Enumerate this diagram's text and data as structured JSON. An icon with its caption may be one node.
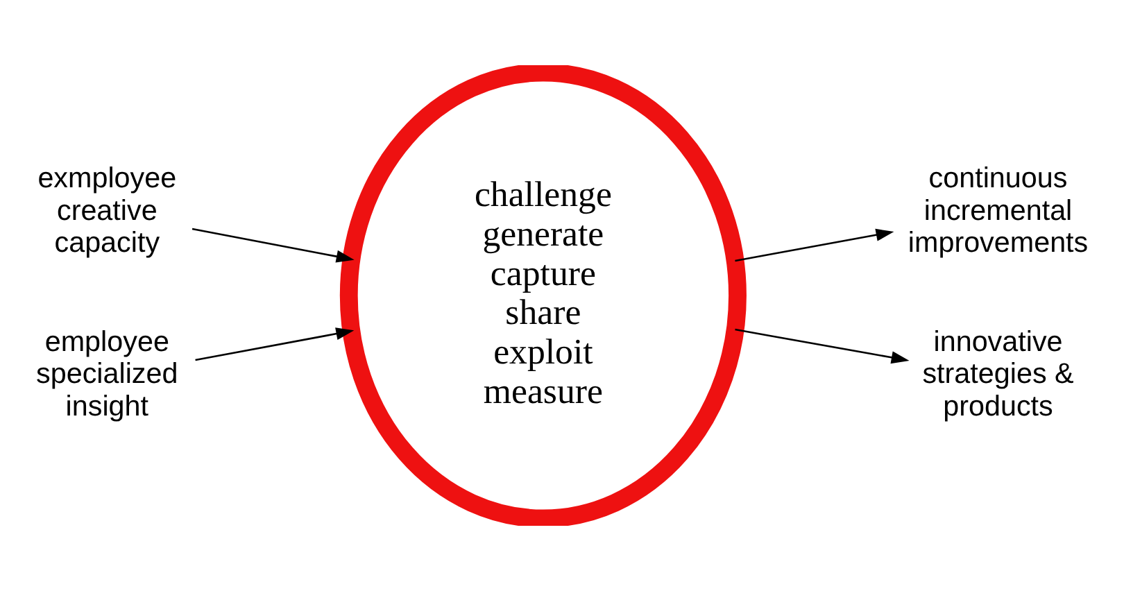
{
  "diagram": {
    "nodes": [
      {
        "text": [
          "exmployee creative capacity"
        ]
      },
      {
        "text": [
          "employee specialized insight"
        ]
      },
      {
        "text": [
          "challenge",
          "generate",
          "capture",
          "share",
          "exploit",
          "measure"
        ]
      },
      {
        "text": [
          "continuous incremental improvements"
        ]
      },
      {
        "text": [
          "innovative strategies & products"
        ]
      }
    ],
    "edges": [
      {
        "from": 0,
        "to": 2,
        "arrow": "to"
      },
      {
        "from": 1,
        "to": 2,
        "arrow": "to"
      },
      {
        "from": 2,
        "to": 3,
        "arrow": "to"
      },
      {
        "from": 2,
        "to": 4,
        "arrow": "to"
      }
    ]
  }
}
